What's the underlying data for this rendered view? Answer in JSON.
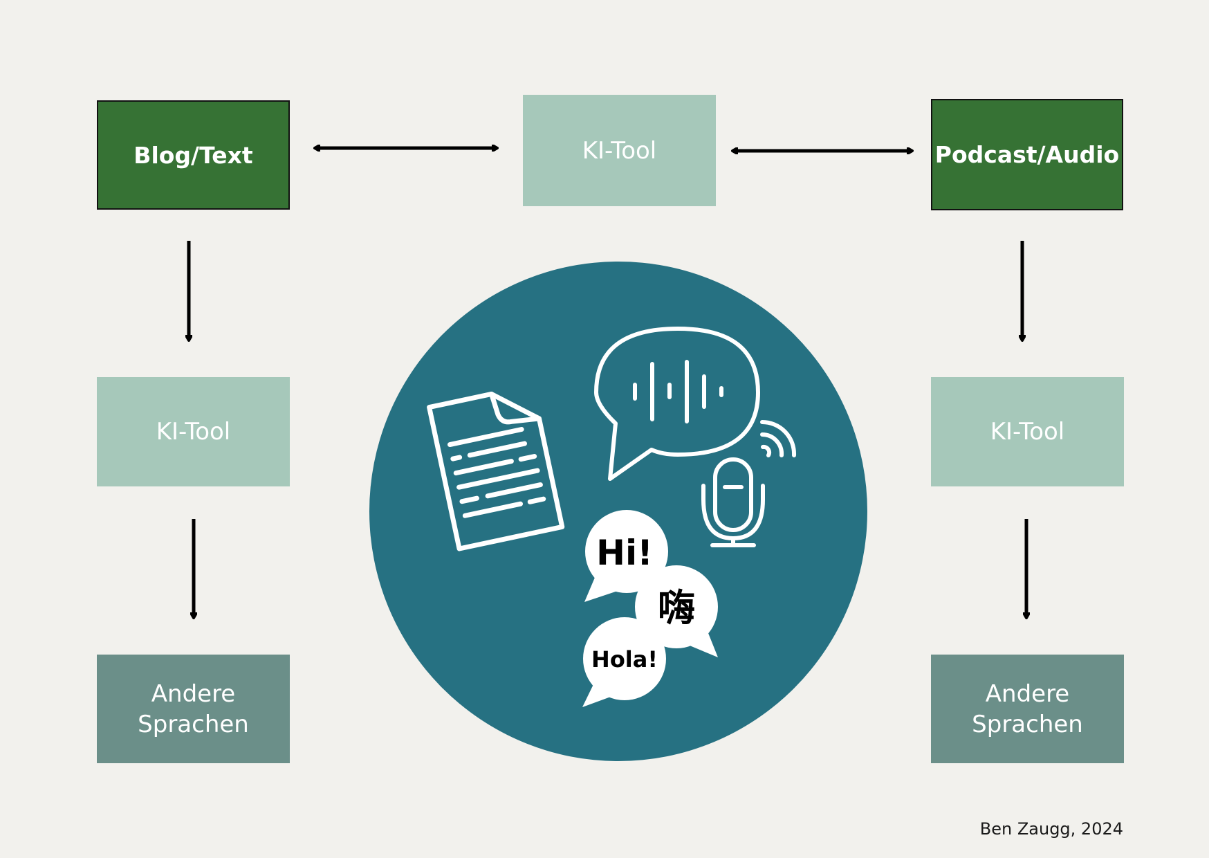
{
  "nodes": {
    "source_text": "Blog/Text",
    "source_audio": "Podcast/Audio",
    "ki_tool_center": "KI-Tool",
    "ki_tool_left": "KI-Tool",
    "ki_tool_right": "KI-Tool",
    "languages_left": {
      "line1": "Andere",
      "line2": "Sprachen"
    },
    "languages_right": {
      "line1": "Andere",
      "line2": "Sprachen"
    }
  },
  "illustration": {
    "icons": [
      "document-icon",
      "speech-bubble-icon",
      "microphone-icon",
      "wireless-signal-icon"
    ],
    "greetings": [
      "Hi!",
      "嗨",
      "Hola!"
    ]
  },
  "credit": "Ben Zaugg, 2024",
  "colors": {
    "background": "#f2f1ed",
    "dark_green": "#367234",
    "light_green": "#a6c8ba",
    "slate_green": "#6b8f89",
    "circle_teal": "#267182"
  }
}
